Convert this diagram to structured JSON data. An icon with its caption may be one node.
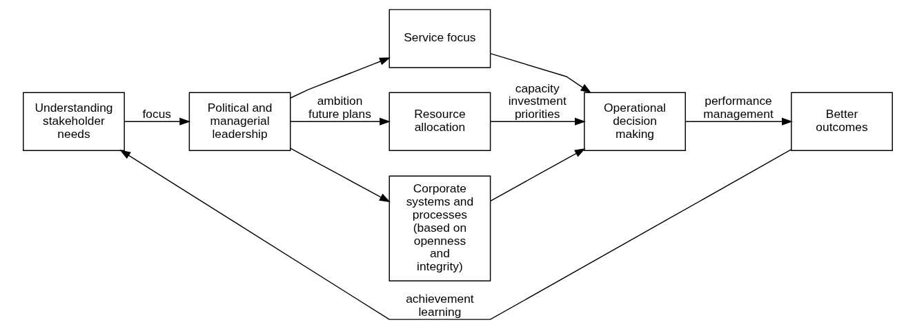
{
  "diagram": {
    "nodes": [
      {
        "text": [
          "Understanding stakeholder needs"
        ]
      },
      {
        "text": [
          "Political and managerial leadership"
        ]
      },
      {
        "text": [
          "Service focus"
        ]
      },
      {
        "text": [
          "Resource allocation"
        ]
      },
      {
        "text": [
          "Corporate systems and processes (based on openness and integrity)"
        ]
      },
      {
        "text": [
          "Operational decision making"
        ]
      },
      {
        "text": [
          "Better outcomes"
        ]
      }
    ],
    "edges": [
      {
        "from": 0,
        "to": 1,
        "arrow": "to",
        "label": "focus"
      },
      {
        "from": 1,
        "to": 2,
        "arrow": "to"
      },
      {
        "from": 1,
        "to": 3,
        "arrow": "to",
        "label": "ambition future plans"
      },
      {
        "from": 1,
        "to": 4,
        "arrow": "to"
      },
      {
        "from": 2,
        "to": 5,
        "arrow": "to"
      },
      {
        "from": 3,
        "to": 5,
        "arrow": "to",
        "label": "capacity investment priorities"
      },
      {
        "from": 4,
        "to": 5,
        "arrow": "to"
      },
      {
        "from": 5,
        "to": 6,
        "arrow": "to",
        "label": "performance management"
      },
      {
        "from": 6,
        "to": 0,
        "arrow": "to",
        "label": "achievement learning"
      }
    ]
  }
}
